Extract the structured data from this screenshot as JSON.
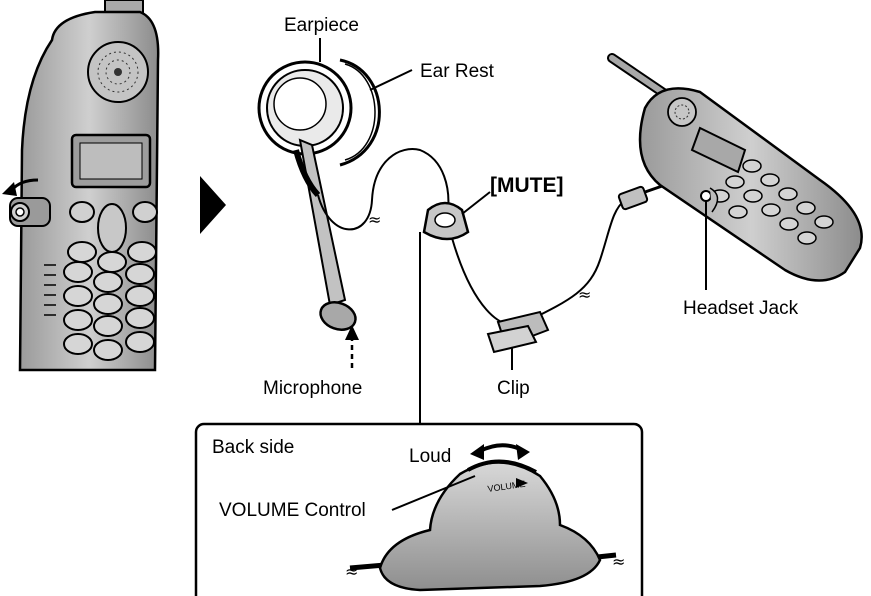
{
  "labels": {
    "earpiece": "Earpiece",
    "ear_rest": "Ear Rest",
    "mute": "[MUTE]",
    "headset_jack": "Headset Jack",
    "microphone": "Microphone",
    "clip": "Clip",
    "back_side": "Back side",
    "loud": "Loud",
    "volume_control": "VOLUME Control",
    "volume_print": "VOLUME"
  },
  "colors": {
    "device_body": "#b8b8b8",
    "device_dark": "#8a8a8a",
    "line": "#000000",
    "background": "#ffffff"
  },
  "icons": {
    "step_arrow": "right-triangle-arrow",
    "loud_arrow": "double-headed-curved-arrow"
  }
}
